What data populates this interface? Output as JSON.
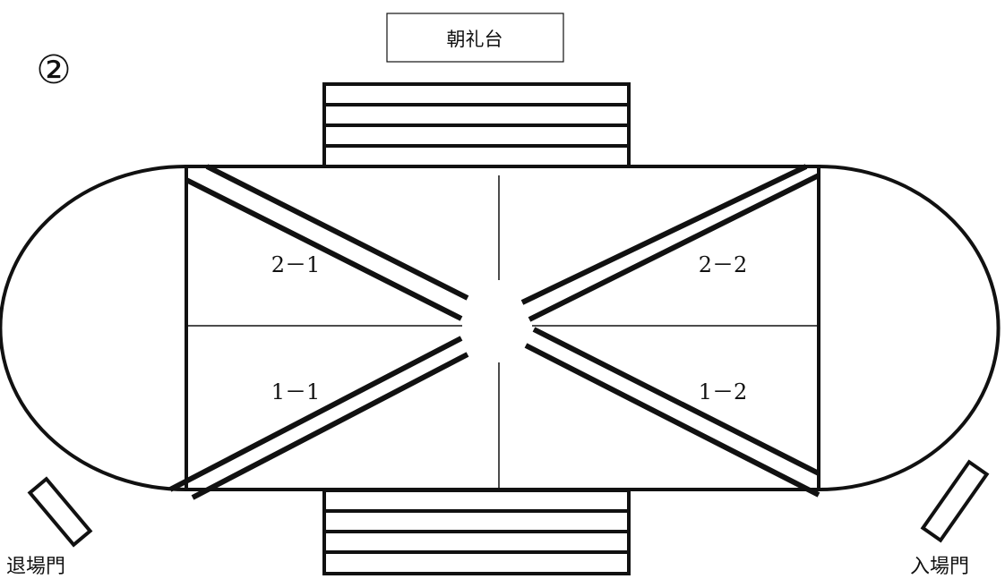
{
  "diagram": {
    "number_mark": "②",
    "platform_label": "朝礼台",
    "zones": {
      "top_left": "2－1",
      "top_right": "2－2",
      "bottom_left": "1－1",
      "bottom_right": "1－2"
    },
    "exit_gate": "退場門",
    "entrance_gate": "入場門"
  }
}
